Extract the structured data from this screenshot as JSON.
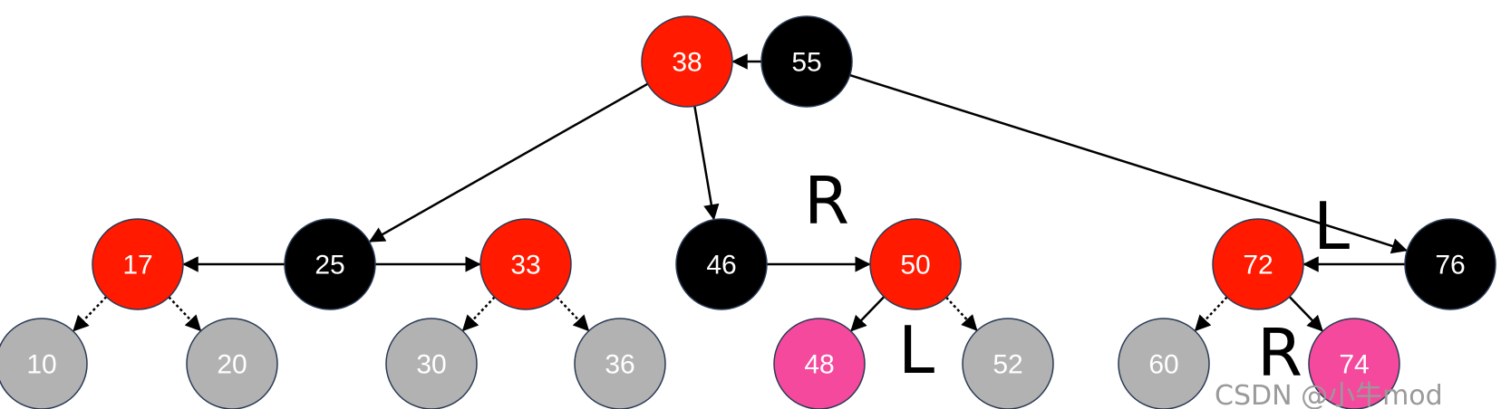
{
  "colors": {
    "red": "#ff1a00",
    "black": "#000000",
    "gray": "#b2b2b2",
    "pink": "#f4499d",
    "node_border": "#2a3a55",
    "edge": "#000000"
  },
  "nodes": [
    {
      "id": "n38",
      "label": "38",
      "color": "red"
    },
    {
      "id": "n55",
      "label": "55",
      "color": "black"
    },
    {
      "id": "n17",
      "label": "17",
      "color": "red"
    },
    {
      "id": "n25",
      "label": "25",
      "color": "black"
    },
    {
      "id": "n33",
      "label": "33",
      "color": "red"
    },
    {
      "id": "n46",
      "label": "46",
      "color": "black"
    },
    {
      "id": "n50",
      "label": "50",
      "color": "red"
    },
    {
      "id": "n72",
      "label": "72",
      "color": "red"
    },
    {
      "id": "n76",
      "label": "76",
      "color": "black"
    },
    {
      "id": "n10",
      "label": "10",
      "color": "gray"
    },
    {
      "id": "n20",
      "label": "20",
      "color": "gray"
    },
    {
      "id": "n30",
      "label": "30",
      "color": "gray"
    },
    {
      "id": "n36",
      "label": "36",
      "color": "gray"
    },
    {
      "id": "n48",
      "label": "48",
      "color": "pink"
    },
    {
      "id": "n52",
      "label": "52",
      "color": "gray"
    },
    {
      "id": "n60",
      "label": "60",
      "color": "gray"
    },
    {
      "id": "n74",
      "label": "74",
      "color": "pink"
    }
  ],
  "edges": [
    {
      "from": "n55",
      "to": "n38",
      "style": "solid"
    },
    {
      "from": "n38",
      "to": "n25",
      "style": "solid"
    },
    {
      "from": "n38",
      "to": "n46",
      "style": "solid"
    },
    {
      "from": "n55",
      "to": "n76",
      "style": "solid"
    },
    {
      "from": "n25",
      "to": "n17",
      "style": "solid"
    },
    {
      "from": "n25",
      "to": "n33",
      "style": "solid"
    },
    {
      "from": "n46",
      "to": "n50",
      "style": "solid"
    },
    {
      "from": "n76",
      "to": "n72",
      "style": "solid"
    },
    {
      "from": "n17",
      "to": "n10",
      "style": "dotted"
    },
    {
      "from": "n17",
      "to": "n20",
      "style": "dotted"
    },
    {
      "from": "n33",
      "to": "n30",
      "style": "dotted"
    },
    {
      "from": "n33",
      "to": "n36",
      "style": "dotted"
    },
    {
      "from": "n50",
      "to": "n48",
      "style": "solid"
    },
    {
      "from": "n50",
      "to": "n52",
      "style": "dotted"
    },
    {
      "from": "n72",
      "to": "n60",
      "style": "dotted"
    },
    {
      "from": "n72",
      "to": "n74",
      "style": "solid"
    }
  ],
  "annotations": [
    {
      "id": "a1",
      "text": "R"
    },
    {
      "id": "a2",
      "text": "L"
    },
    {
      "id": "a3",
      "text": "L"
    },
    {
      "id": "a4",
      "text": "R"
    }
  ],
  "watermark": "CSDN @小牛mod"
}
